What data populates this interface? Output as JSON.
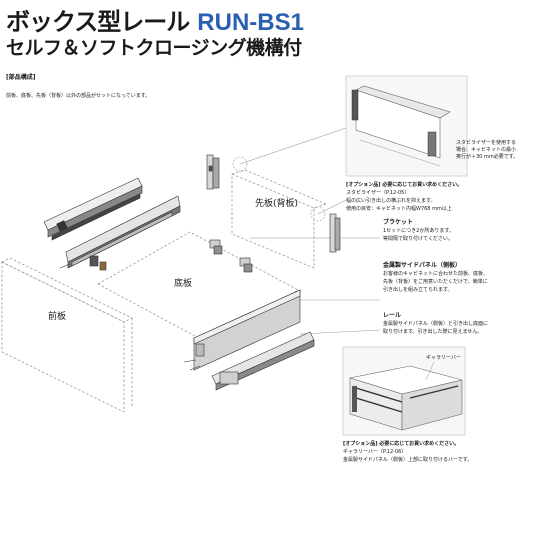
{
  "title": {
    "main": "ボックス型レール",
    "code": "RUN-BS1",
    "sub": "セルフ＆ソフトクロージング機構付"
  },
  "section_label": "[部品構成]",
  "intro": "前板、底板、先板（背板）以外の部品がセットになっています。",
  "parts": {
    "back_panel": "先板(背板)",
    "bottom_panel": "底板",
    "front_panel": "前板"
  },
  "stabilizer_inset": {
    "lines": [
      "スタビライザーを使用する",
      "場合、キャビネットの最小",
      "奥行が＋30 mm必要です。"
    ]
  },
  "stabilizer_option": {
    "header": "[オプション品] 必要に応じてお買い求めください。",
    "lines": [
      "スタビライザー（P.12-05）",
      "幅の広い引き出しの横ぶれを抑えます。",
      "使用の目安：キャビネット内幅W768 mm以上"
    ]
  },
  "bracket": {
    "title": "ブラケット",
    "lines": [
      "1セットにつき2か所あります。",
      "等間隔で取り付けてください。"
    ]
  },
  "side_panel": {
    "title": "金属製サイドパネル（側板）",
    "lines": [
      "お客様のキャビネットに合わせた前板、底板、",
      "先板（背板）をご用意いただくだけで、簡単に",
      "引き出しを組み立てられます。"
    ]
  },
  "rail": {
    "title": "レール",
    "lines": [
      "金属製サイドパネル（側板）と引き出し底面に",
      "取り付けます。引き出した際に見えません。"
    ]
  },
  "gallery_inset": {
    "label": "ギャラリーバー"
  },
  "gallery_option": {
    "header": "[オプション品] 必要に応じてお買い求めください。",
    "lines": [
      "ギャラリーバー（P.12-06）",
      "金属製サイドパネル（側板）上部に取り付けるバーです。"
    ]
  }
}
